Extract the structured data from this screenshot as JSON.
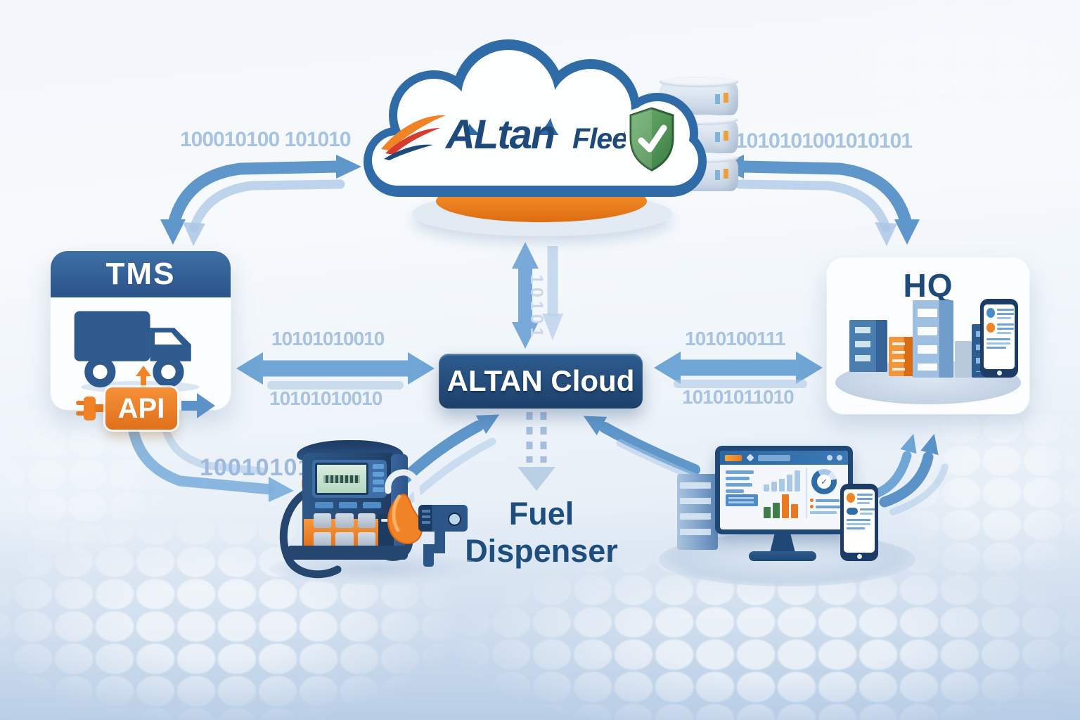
{
  "brand": {
    "wordmark_bold": "ALtan",
    "wordmark_light": "Fleet"
  },
  "nodes": {
    "tms": {
      "title": "TMS",
      "api_badge_label": "API"
    },
    "altan_cloud": {
      "label": "ALTAN Cloud"
    },
    "hq": {
      "title": "HQ"
    },
    "fuel_dispenser": {
      "label_line1": "Fuel",
      "label_line2": "Dispenser"
    }
  },
  "data_streams": {
    "tms_cloud_top_left": "100010100 101010",
    "hq_cloud_top_right": "1010101001010101",
    "tms_link_upper": "10101010010",
    "tms_link_lower": "10101010010",
    "hq_link_upper": "1010100111",
    "hq_link_lower": "10101011010",
    "cloud_vertical_stream": "10101",
    "api_pump_stream": "10010101"
  },
  "colors": {
    "navy": "#1d4a7a",
    "box-navy": "#24507e",
    "cloud-outline": "#2f6ba6",
    "arrow": "#6fa6d6",
    "arrow-dark": "#5f97cb",
    "arrow-light": "#aac7e5",
    "binary": "#a8c3e0",
    "orange": "#ef8326",
    "orange-deep": "#e0701a",
    "green": "#4e9a52",
    "platform": "#cfdded"
  }
}
